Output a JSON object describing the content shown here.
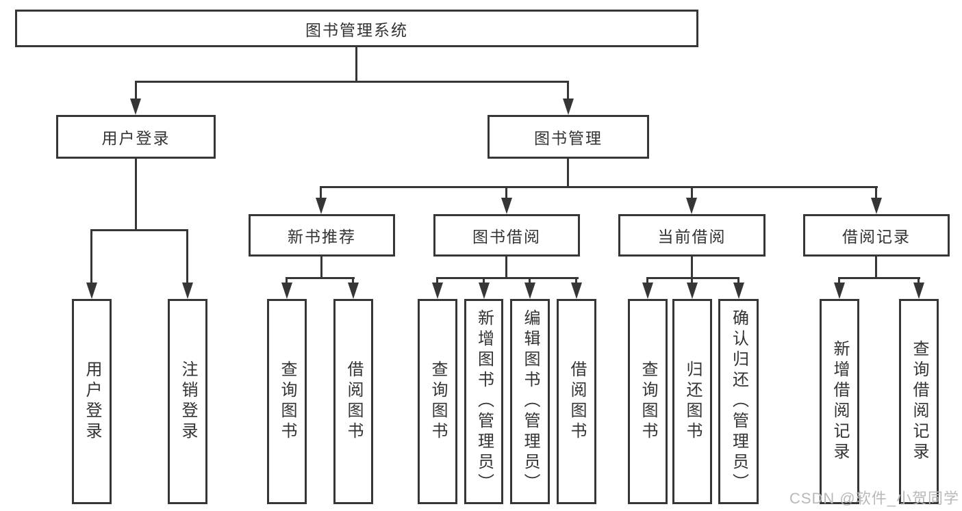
{
  "tree": {
    "root": {
      "label": "图书管理系统"
    },
    "children": [
      {
        "label": "用户登录",
        "children": [
          {
            "label": "用户登录"
          },
          {
            "label": "注销登录"
          }
        ]
      },
      {
        "label": "图书管理",
        "children": [
          {
            "label": "新书推荐",
            "children": [
              {
                "label": "查询图书"
              },
              {
                "label": "借阅图书"
              }
            ]
          },
          {
            "label": "图书借阅",
            "children": [
              {
                "label": "查询图书"
              },
              {
                "label": "新增图书（管理员）"
              },
              {
                "label": "编辑图书（管理员）"
              },
              {
                "label": "借阅图书"
              }
            ]
          },
          {
            "label": "当前借阅",
            "children": [
              {
                "label": "查询图书"
              },
              {
                "label": "归还图书"
              },
              {
                "label": "确认归还（管理员）"
              }
            ]
          },
          {
            "label": "借阅记录",
            "children": [
              {
                "label": "新增借阅记录"
              },
              {
                "label": "查询借阅记录"
              }
            ]
          }
        ]
      }
    ]
  },
  "watermark": {
    "text": "CSDN @软件_小贺同学"
  },
  "colors": {
    "line": "#363636",
    "text": "#333333",
    "watermark": "#b9b9b9",
    "background": "#ffffff"
  }
}
